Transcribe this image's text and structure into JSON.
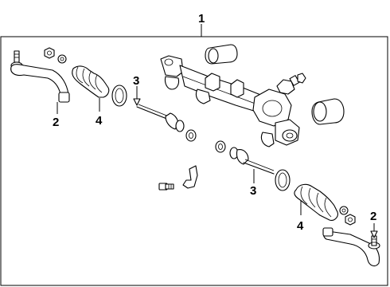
{
  "callouts": {
    "assembly": "1",
    "tie_rod_end": "2",
    "inner_tie_rod": "3",
    "boot": "4"
  }
}
